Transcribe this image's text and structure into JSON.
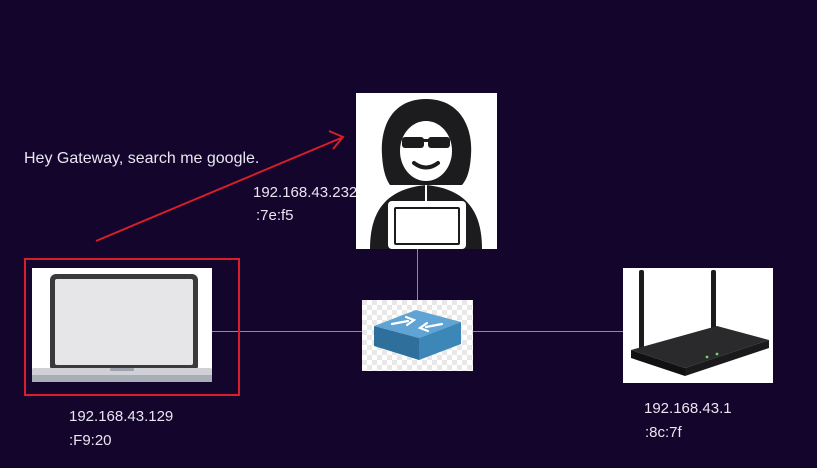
{
  "message": "Hey Gateway, search me google.",
  "laptop": {
    "ip": "192.168.43.129",
    "mac": ":F9:20"
  },
  "attacker": {
    "ip": "192.168.43.232",
    "mac": ":7e:f5"
  },
  "router": {
    "ip": "192.168.43.1",
    "mac": ":8c:7f"
  },
  "colors": {
    "background": "#13052b",
    "highlight_box": "#d81e2a",
    "arrow": "#d81e2a",
    "wire": "#8f89a5",
    "switch": "#4a8fc0"
  },
  "icons": {
    "laptop": "laptop-icon",
    "attacker": "hacker-icon",
    "switch": "network-switch-icon",
    "router": "wifi-router-icon"
  }
}
